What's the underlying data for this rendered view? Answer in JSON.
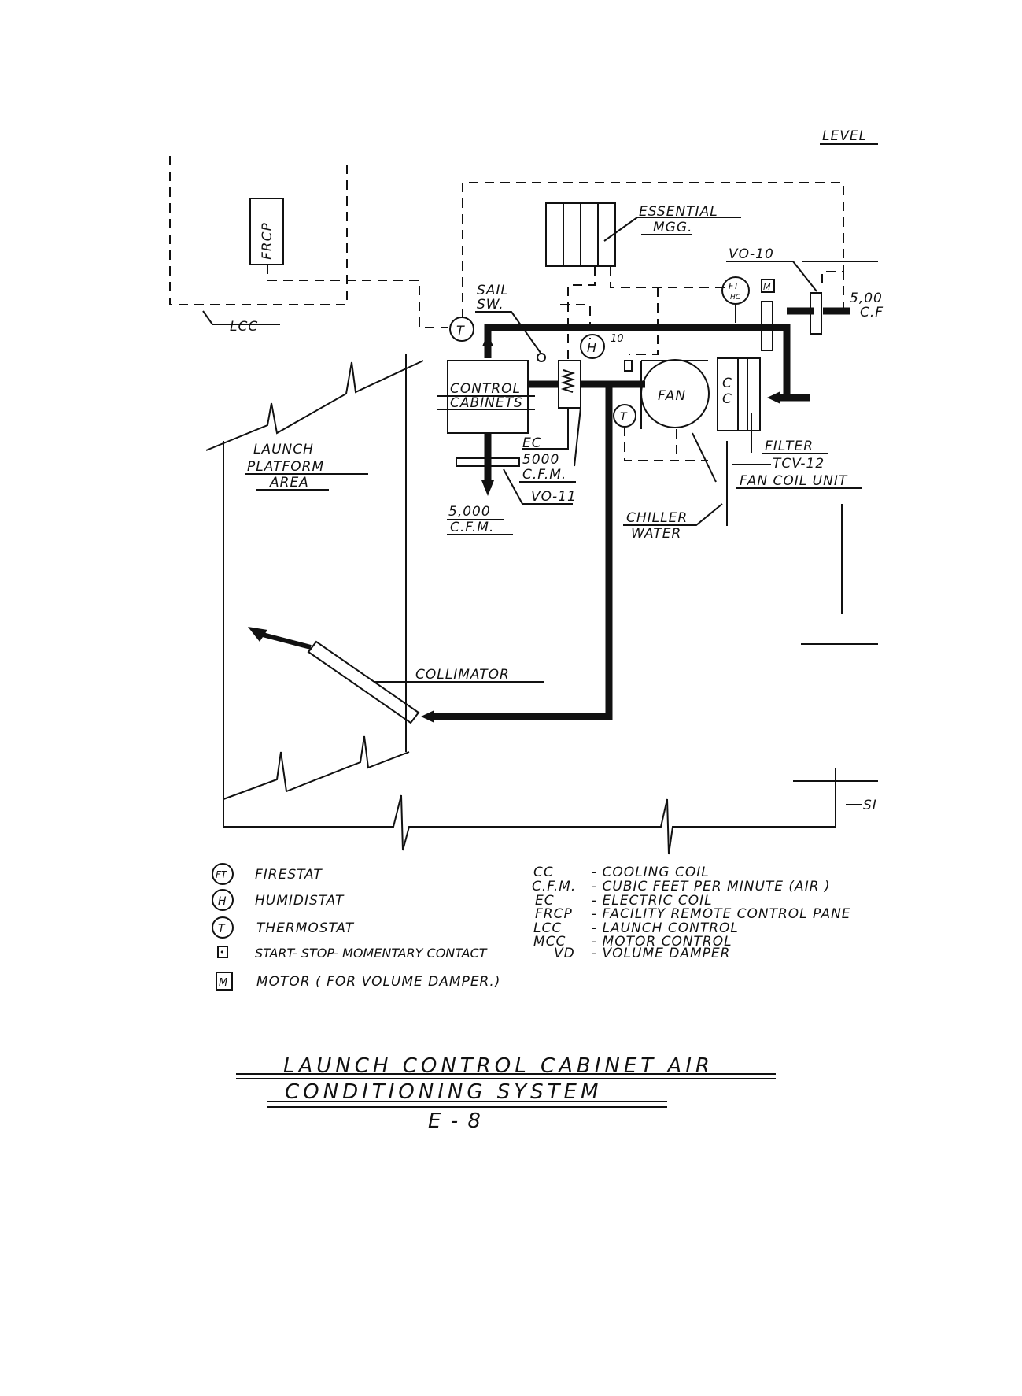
{
  "drawing": {
    "level_label": "LEVEL",
    "labels": {
      "frcp": "FRCP",
      "lcc": "LCC",
      "essential": "ESSENTIAL",
      "mgg": "MGG.",
      "vd10": "VO-10",
      "sail": "SAIL",
      "sw": "SW.",
      "cfm_in_top": "5,00",
      "cfm_in_bot": "C.F",
      "h10": "10",
      "control": "CONTROL",
      "cabinets": "CABINETS",
      "fan": "FAN",
      "cc1": "C",
      "cc2": "C",
      "filter": "FILTER",
      "tcv": "TCV-12",
      "fan_coil": "FAN COIL UNIT",
      "ec": "EC",
      "ec_cfm": "5000",
      "ec_cfm_unit": "C.F.M.",
      "vd11": "VO-11",
      "out_cfm": "5,000",
      "out_cfm_unit": "C.F.M.",
      "chiller": "CHILLER",
      "water": "WATER",
      "launch": "LAUNCH",
      "platform": "PLATFORM",
      "area": "AREA",
      "collimator": "COLLIMATOR",
      "si": "SI"
    },
    "symbols": {
      "ft": "FT",
      "hc": "HC",
      "h": "H",
      "t": "T",
      "m": "M"
    }
  },
  "legend": {
    "symbols": [
      {
        "glyph": "FT",
        "label": "FIRESTAT"
      },
      {
        "glyph": "H",
        "label": "HUMIDISTAT"
      },
      {
        "glyph": "T",
        "label": "THERMOSTAT"
      },
      {
        "glyph": "•",
        "label": "START- STOP- MOMENTARY CONTACT"
      },
      {
        "glyph": "M",
        "label": "MOTOR ( FOR VOLUME DAMPER.)"
      }
    ],
    "abbreviations": [
      {
        "abbr": "CC",
        "meaning": "- COOLING COIL"
      },
      {
        "abbr": "C.F.M.",
        "meaning": "- CUBIC FEET PER MINUTE (AIR )"
      },
      {
        "abbr": "EC",
        "meaning": "- ELECTRIC COIL"
      },
      {
        "abbr": "FRCP",
        "meaning": "- FACILITY REMOTE CONTROL PANE"
      },
      {
        "abbr": "LCC",
        "meaning": "- LAUNCH CONTROL"
      },
      {
        "abbr": "MCC",
        "meaning": "- MOTOR CONTROL"
      },
      {
        "abbr": "VD",
        "meaning": "- VOLUME DAMPER"
      }
    ]
  },
  "title": {
    "line1": "LAUNCH CONTROL CABINET AIR",
    "line2": "CONDITIONING SYSTEM",
    "figure": "E - 8"
  }
}
